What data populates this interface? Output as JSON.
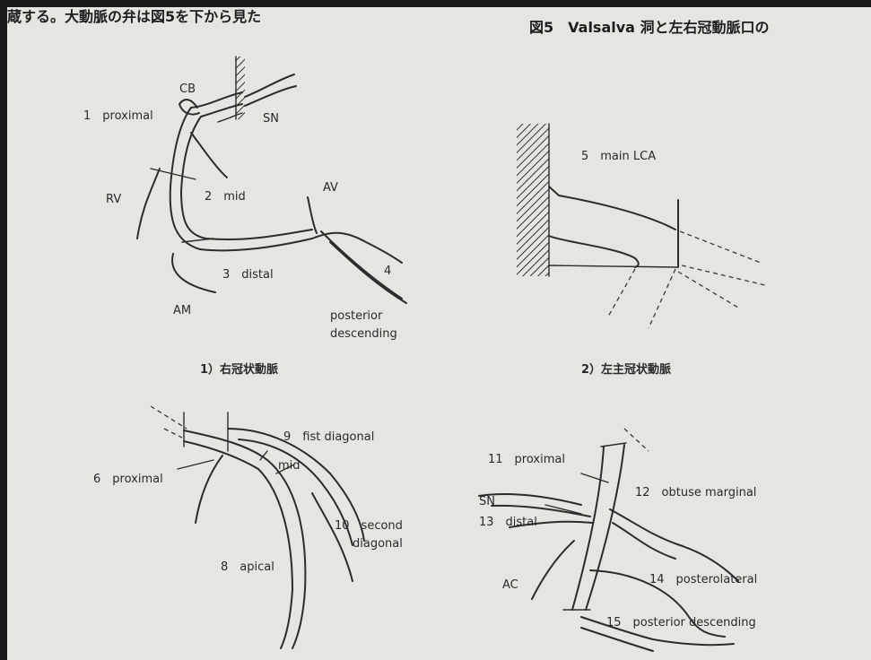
{
  "header": {
    "left_text": "蔵する。大動脈の弁は図5を下から見た",
    "figure_title": "図5　Valsalva 洞と左右冠動脈口の"
  },
  "panel1": {
    "caption": "1）右冠状動脈",
    "labels": {
      "cb": "CB",
      "sn": "SN",
      "seg1": "1　proximal",
      "rv": "RV",
      "seg2": "2　mid",
      "av": "AV",
      "seg3": "3　distal",
      "seg4": "4",
      "am": "AM",
      "pd_line1": "posterior",
      "pd_line2": "descending"
    }
  },
  "panel2": {
    "caption": "2）左主冠状動脈",
    "labels": {
      "seg5": "5　main LCA"
    }
  },
  "panel3": {
    "labels": {
      "seg9": "9　fist diagonal",
      "seg6": "6　proximal",
      "mid": "mid",
      "seg10_line1": "10　second",
      "seg10_line2": "diagonal",
      "seg8": "8　apical"
    }
  },
  "panel4": {
    "labels": {
      "seg11": "11　proximal",
      "seg12": "12　obtuse marginal",
      "sn": "SN",
      "seg13": "13　distal",
      "ac": "AC",
      "seg14": "14　posterolateral",
      "seg15": "15　posterior descending"
    }
  }
}
